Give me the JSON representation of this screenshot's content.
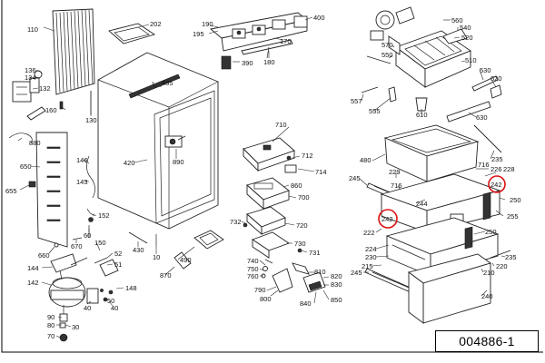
{
  "diagram": {
    "document_number": "004886-1",
    "parts": [
      {
        "id": "p110",
        "label": "110"
      },
      {
        "id": "p202",
        "label": "202"
      },
      {
        "id": "p195",
        "label": "195"
      },
      {
        "id": "p190",
        "label": "190"
      },
      {
        "id": "p400",
        "label": "400"
      },
      {
        "id": "p170",
        "label": "170"
      },
      {
        "id": "p180",
        "label": "180"
      },
      {
        "id": "p390",
        "label": "390"
      },
      {
        "id": "p136",
        "label": "136"
      },
      {
        "id": "p134",
        "label": "134"
      },
      {
        "id": "p132",
        "label": "132"
      },
      {
        "id": "p435",
        "label": "435"
      },
      {
        "id": "p160",
        "label": "160"
      },
      {
        "id": "p130",
        "label": "130"
      },
      {
        "id": "p880",
        "label": "880"
      },
      {
        "id": "p420",
        "label": "420"
      },
      {
        "id": "p890",
        "label": "890"
      },
      {
        "id": "p650",
        "label": "650"
      },
      {
        "id": "p146",
        "label": "146"
      },
      {
        "id": "p143",
        "label": "143"
      },
      {
        "id": "p655",
        "label": "655"
      },
      {
        "id": "p152",
        "label": "152"
      },
      {
        "id": "p60",
        "label": "60"
      },
      {
        "id": "p670",
        "label": "670"
      },
      {
        "id": "p660",
        "label": "660"
      },
      {
        "id": "p150",
        "label": "150"
      },
      {
        "id": "p430",
        "label": "430"
      },
      {
        "id": "p10",
        "label": "10"
      },
      {
        "id": "p52",
        "label": "52"
      },
      {
        "id": "p51",
        "label": "51"
      },
      {
        "id": "p144",
        "label": "144"
      },
      {
        "id": "p142",
        "label": "142"
      },
      {
        "id": "p148",
        "label": "148"
      },
      {
        "id": "p490",
        "label": "490"
      },
      {
        "id": "p870",
        "label": "870"
      },
      {
        "id": "p40a",
        "label": "40"
      },
      {
        "id": "p50",
        "label": "50"
      },
      {
        "id": "p40b",
        "label": "40"
      },
      {
        "id": "p90",
        "label": "90"
      },
      {
        "id": "p80",
        "label": "80"
      },
      {
        "id": "p30",
        "label": "30"
      },
      {
        "id": "p70",
        "label": "70"
      },
      {
        "id": "p710",
        "label": "710"
      },
      {
        "id": "p712",
        "label": "712"
      },
      {
        "id": "p714",
        "label": "714"
      },
      {
        "id": "p860",
        "label": "860"
      },
      {
        "id": "p700",
        "label": "700"
      },
      {
        "id": "p732",
        "label": "732"
      },
      {
        "id": "p720",
        "label": "720"
      },
      {
        "id": "p730",
        "label": "730"
      },
      {
        "id": "p731",
        "label": "731"
      },
      {
        "id": "p740",
        "label": "740"
      },
      {
        "id": "p750",
        "label": "750"
      },
      {
        "id": "p760",
        "label": "760"
      },
      {
        "id": "p790",
        "label": "790"
      },
      {
        "id": "p800",
        "label": "800"
      },
      {
        "id": "p810",
        "label": "810"
      },
      {
        "id": "p820",
        "label": "820"
      },
      {
        "id": "p830",
        "label": "830"
      },
      {
        "id": "p840",
        "label": "840"
      },
      {
        "id": "p850",
        "label": "850"
      },
      {
        "id": "p560",
        "label": "560"
      },
      {
        "id": "p540",
        "label": "540"
      },
      {
        "id": "p520",
        "label": "520"
      },
      {
        "id": "p570",
        "label": "570"
      },
      {
        "id": "p550",
        "label": "550"
      },
      {
        "id": "p510",
        "label": "510"
      },
      {
        "id": "p530",
        "label": "530"
      },
      {
        "id": "p620",
        "label": "620"
      },
      {
        "id": "p557",
        "label": "557"
      },
      {
        "id": "p555",
        "label": "555"
      },
      {
        "id": "p610",
        "label": "610"
      },
      {
        "id": "p630",
        "label": "630"
      },
      {
        "id": "p480",
        "label": "480"
      },
      {
        "id": "p235a",
        "label": "235"
      },
      {
        "id": "p716a",
        "label": "716"
      },
      {
        "id": "p229",
        "label": "229"
      },
      {
        "id": "p226",
        "label": "226"
      },
      {
        "id": "p228",
        "label": "228"
      },
      {
        "id": "p245a",
        "label": "245"
      },
      {
        "id": "p716b",
        "label": "716"
      },
      {
        "id": "p242a",
        "label": "242"
      },
      {
        "id": "p250a",
        "label": "250"
      },
      {
        "id": "p244",
        "label": "244"
      },
      {
        "id": "p255",
        "label": "255"
      },
      {
        "id": "p242b",
        "label": "242"
      },
      {
        "id": "p222",
        "label": "222"
      },
      {
        "id": "p250b",
        "label": "250"
      },
      {
        "id": "p224",
        "label": "224"
      },
      {
        "id": "p230",
        "label": "230"
      },
      {
        "id": "p215",
        "label": "215"
      },
      {
        "id": "p235b",
        "label": "235"
      },
      {
        "id": "p220",
        "label": "220"
      },
      {
        "id": "p245b",
        "label": "245"
      },
      {
        "id": "p210",
        "label": "210"
      },
      {
        "id": "p240",
        "label": "240"
      }
    ],
    "highlighted_part": "242",
    "highlight_color": "#d11111"
  }
}
